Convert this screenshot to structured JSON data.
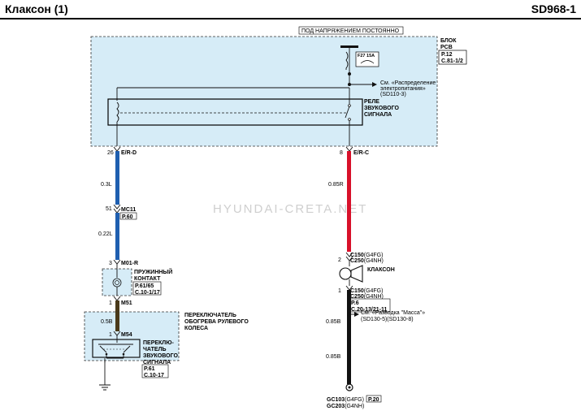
{
  "header": {
    "title": "Клаксон (1)",
    "code": "SD968-1"
  },
  "watermark": "HYUNDAI-CRETA.NET",
  "pcb": {
    "hot_label": "ПОД НАПРЯЖЕНИЕМ ПОСТОЯННО",
    "block_label_1": "БЛОК",
    "block_label_2": "PCB",
    "ref_1": "P.12",
    "ref_2": "C.81-1/2",
    "fuse_label": "F27 15A",
    "see_1": "См. «Распределение",
    "see_2": "электропитания»",
    "see_3": "(SD110-3)",
    "relay_1": "РЕЛЕ",
    "relay_2": "ЗВУКОВОГО",
    "relay_3": "СИГНАЛА",
    "pin_left": "26",
    "conn_left": "E/R-D",
    "pin_right": "8",
    "conn_right": "E/R-C"
  },
  "left": {
    "wire_1": "0.3L",
    "pin_mc11": "51",
    "conn_mc11": "MC11",
    "ref_mc11": "P.60",
    "wire_2": "0.22L",
    "pin_m01": "3",
    "conn_m01": "M01-R",
    "clock_1": "ПРУЖИННЫЙ",
    "clock_2": "КОНТАКТ",
    "clock_ref_1": "P.61/65",
    "clock_ref_2": "C.10-1/17",
    "pin_m51": "1",
    "conn_m51": "M51",
    "heat_1": "ПЕРЕКЛЮЧАТЕЛЬ",
    "heat_2": "ОБОГРЕВА РУЛЕВОГО",
    "heat_3": "КОЛЕСА",
    "wire_3": "0.5B",
    "pin_m54": "1",
    "conn_m54": "M54",
    "sw_1": "ПЕРЕКЛЮ-",
    "sw_2": "ЧАТЕЛЬ",
    "sw_3": "ЗВУКОВОГО",
    "sw_4": "СИГНАЛА",
    "sw_ref_1": "P.61",
    "sw_ref_2": "C.10-17"
  },
  "right": {
    "wire_1": "0.85R",
    "pin_top": "2",
    "c150_a": "C150",
    "c150_a_var": "(G4FG)",
    "c250_a": "C250",
    "c250_a_var": "(G4NH)",
    "horn": "КЛАКСОН",
    "pin_bot": "1",
    "c150_b": "C150",
    "c150_b_var": "(G4FG)",
    "c250_b": "C250",
    "c250_b_var": "(G4NH)",
    "ref_1": "P.6",
    "ref_2": "C.20-13/21-11",
    "wire_2": "0.85B",
    "ground_see_1": "См. «Разводка \"Масса\"»",
    "ground_see_2": "(SD130-5)(SD130-8)",
    "wire_3": "0.85B",
    "gc103": "GC103",
    "gc103_var": "(G4FG)",
    "gc_ref": "P.20",
    "gc203": "GC203",
    "gc203_var": "(G4NH)"
  },
  "colors": {
    "blue": "#1f5fb0",
    "red": "#d8102a",
    "brown": "#4a3a1a",
    "black": "#111111",
    "box_fill": "#d6ecf7"
  }
}
